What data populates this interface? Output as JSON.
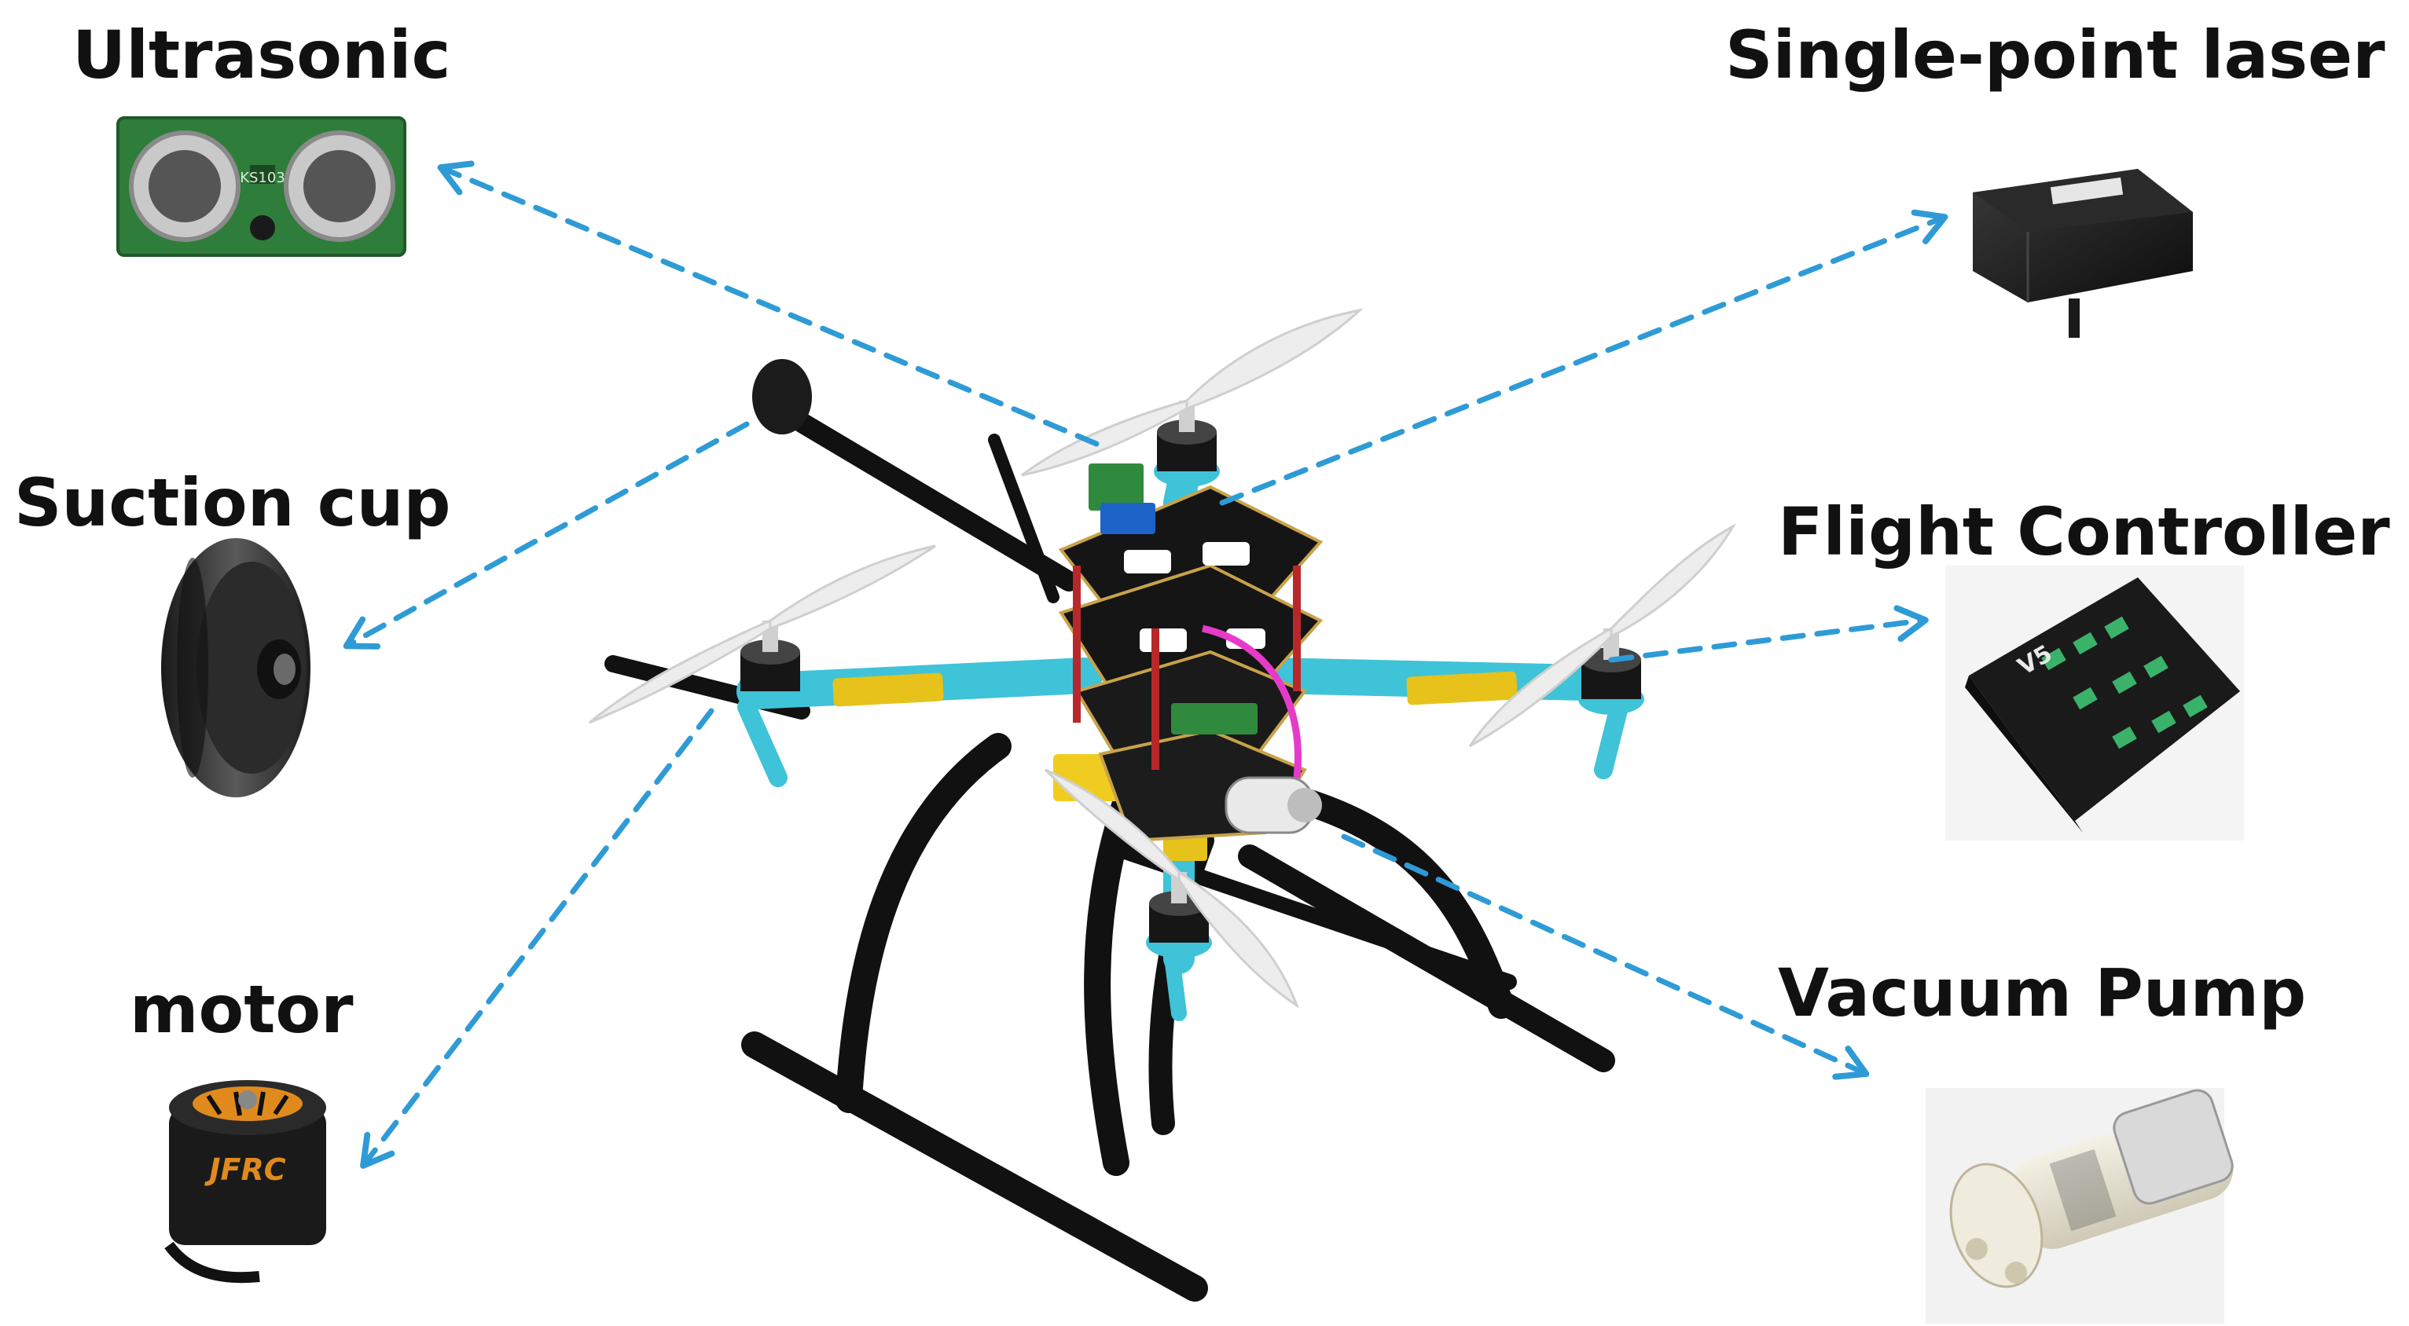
{
  "diagram": {
    "components": {
      "ultrasonic": {
        "label": "Ultrasonic",
        "module_text": "KS103"
      },
      "single_point_laser": {
        "label": "Single-point laser"
      },
      "suction_cup": {
        "label": "Suction cup"
      },
      "flight_controller": {
        "label": "Flight Controller",
        "board_text": "V5"
      },
      "motor": {
        "label": "motor",
        "brand_text": "JFRC"
      },
      "vacuum_pump": {
        "label": "Vacuum Pump"
      }
    },
    "colors": {
      "arrow": "#2E9BD6",
      "frame_arm": "#3FC3D9",
      "carbon": "#111111",
      "propeller": "#E8E8E8",
      "esc": "#E6C21A",
      "pcb_green": "#2F8A3E",
      "motor_orange": "#E08A1E",
      "wire_magenta": "#E63BC9"
    },
    "icons": [
      "drone-icon",
      "ultrasonic-sensor-icon",
      "laser-rangefinder-icon",
      "suction-cup-icon",
      "flight-controller-icon",
      "motor-icon",
      "vacuum-pump-icon"
    ]
  }
}
